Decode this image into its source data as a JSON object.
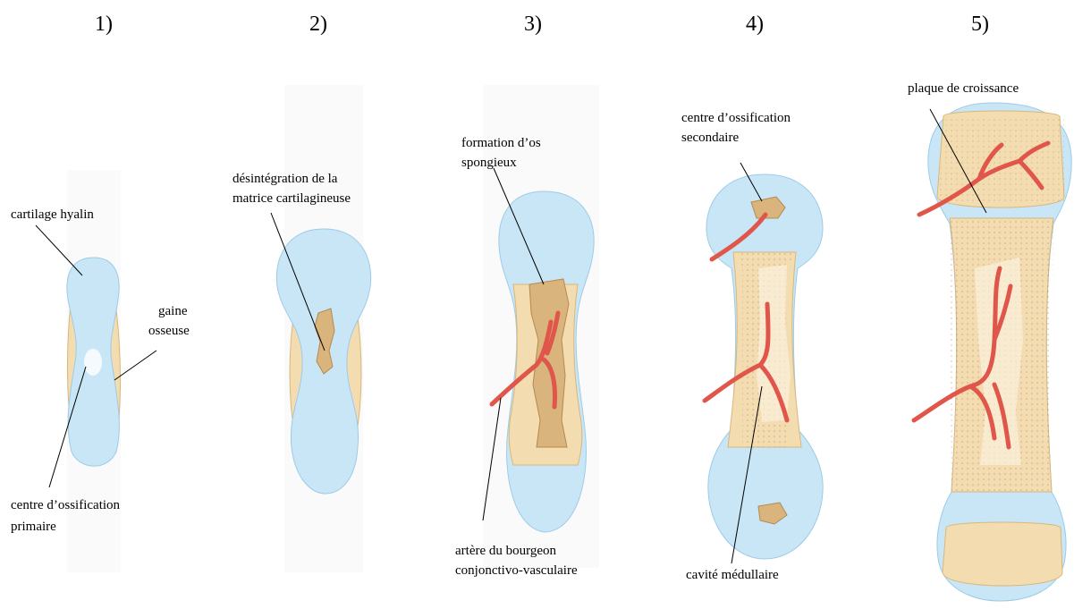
{
  "stages": [
    {
      "number": "1)"
    },
    {
      "number": "2)"
    },
    {
      "number": "3)"
    },
    {
      "number": "4)"
    },
    {
      "number": "5)"
    }
  ],
  "labels": {
    "cartilage_hyalin": "cartilage hyalin",
    "gaine_osseuse_1": "gaine",
    "gaine_osseuse_2": "osseuse",
    "centre_primaire_1": "centre d’ossification",
    "centre_primaire_2": "primaire",
    "desintegration_1": "désintégration de la",
    "desintegration_2": "matrice cartilagineuse",
    "os_spongieux_1": "formation d’os",
    "os_spongieux_2": "spongieux",
    "artere_1": "artère du bourgeon",
    "artere_2": "conjonctivo-vasculaire",
    "centre_secondaire_1": "centre d’ossification",
    "centre_secondaire_2": "secondaire",
    "cavite": "cavité médullaire",
    "plaque": "plaque de croissance"
  },
  "colors": {
    "cartilage": "#c9e6f6",
    "cartilage_edge": "#9dcbe6",
    "bone": "#f3dcb0",
    "bone_edge": "#d9b77a",
    "spongy": "#d9b47c",
    "artery": "#e0564a"
  }
}
